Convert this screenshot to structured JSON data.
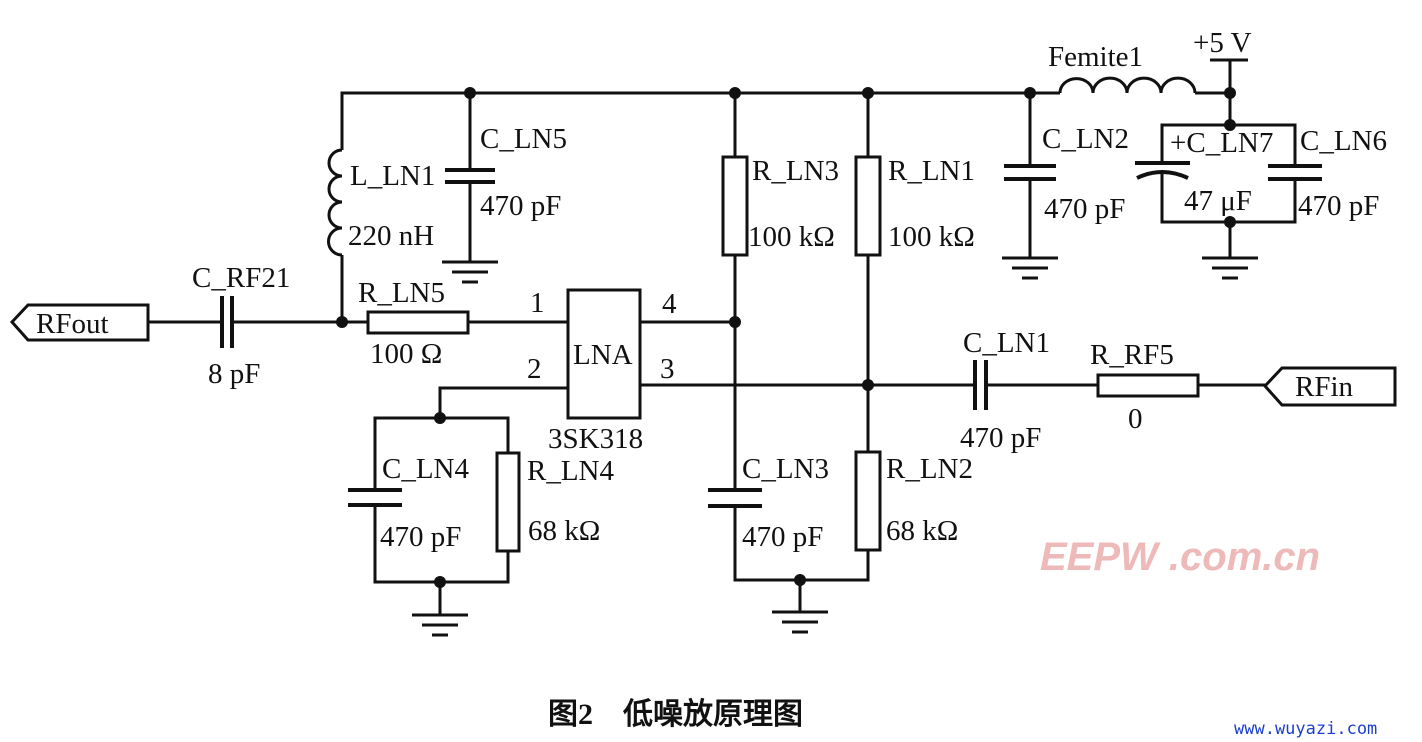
{
  "figure": {
    "caption": "图2　低噪放原理图",
    "site_watermark": "www.wuyazi.com",
    "logo_watermark": "EEPW .com.cn"
  },
  "ports": {
    "rfout": "RFout",
    "rfin": "RFin",
    "supply": "+5 V"
  },
  "chip": {
    "name": "LNA",
    "part": "3SK318",
    "pins": [
      "1",
      "2",
      "3",
      "4"
    ]
  },
  "components": {
    "c_rf21": {
      "ref": "C_RF21",
      "value": "8 pF"
    },
    "l_ln1": {
      "ref": "L_LN1",
      "value": "220 nH"
    },
    "c_ln5": {
      "ref": "C_LN5",
      "value": "470 pF"
    },
    "r_ln5": {
      "ref": "R_LN5",
      "value": "100 Ω"
    },
    "r_ln3": {
      "ref": "R_LN3",
      "value": "100 kΩ"
    },
    "r_ln1": {
      "ref": "R_LN1",
      "value": "100 kΩ"
    },
    "c_ln2": {
      "ref": "C_LN2",
      "value": "470 pF"
    },
    "femite1": {
      "ref": "Femite1"
    },
    "c_ln7": {
      "ref": "+C_LN7",
      "value": "47 μF"
    },
    "c_ln6": {
      "ref": "C_LN6",
      "value": "470 pF"
    },
    "c_ln4": {
      "ref": "C_LN4",
      "value": "470 pF"
    },
    "r_ln4": {
      "ref": "R_LN4",
      "value": "68 kΩ"
    },
    "c_ln3": {
      "ref": "C_LN3",
      "value": "470 pF"
    },
    "r_ln2": {
      "ref": "R_LN2",
      "value": "68 kΩ"
    },
    "c_ln1": {
      "ref": "C_LN1",
      "value": "470 pF"
    },
    "r_rf5": {
      "ref": "R_RF5",
      "value": "0"
    }
  }
}
